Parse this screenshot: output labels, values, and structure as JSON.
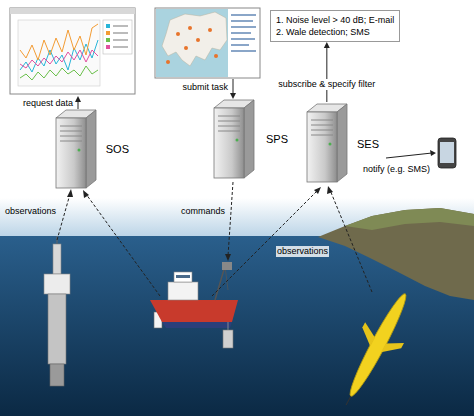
{
  "diagram": {
    "nodes": [
      {
        "text": [
          "1. Noise level > 40 dB; E-mail",
          "2. Wale detection; SMS"
        ]
      },
      {
        "text": [
          "SOS"
        ]
      },
      {
        "text": [
          "SPS"
        ]
      },
      {
        "text": [
          "SES"
        ]
      }
    ],
    "edges": [
      {
        "from": 3,
        "to": 0,
        "arrow": "to",
        "label": "subscribe & specify filter"
      }
    ],
    "labels": [
      "request data",
      "submit task",
      "notify (e.g. SMS)",
      "commands",
      "observations",
      "observations"
    ]
  }
}
